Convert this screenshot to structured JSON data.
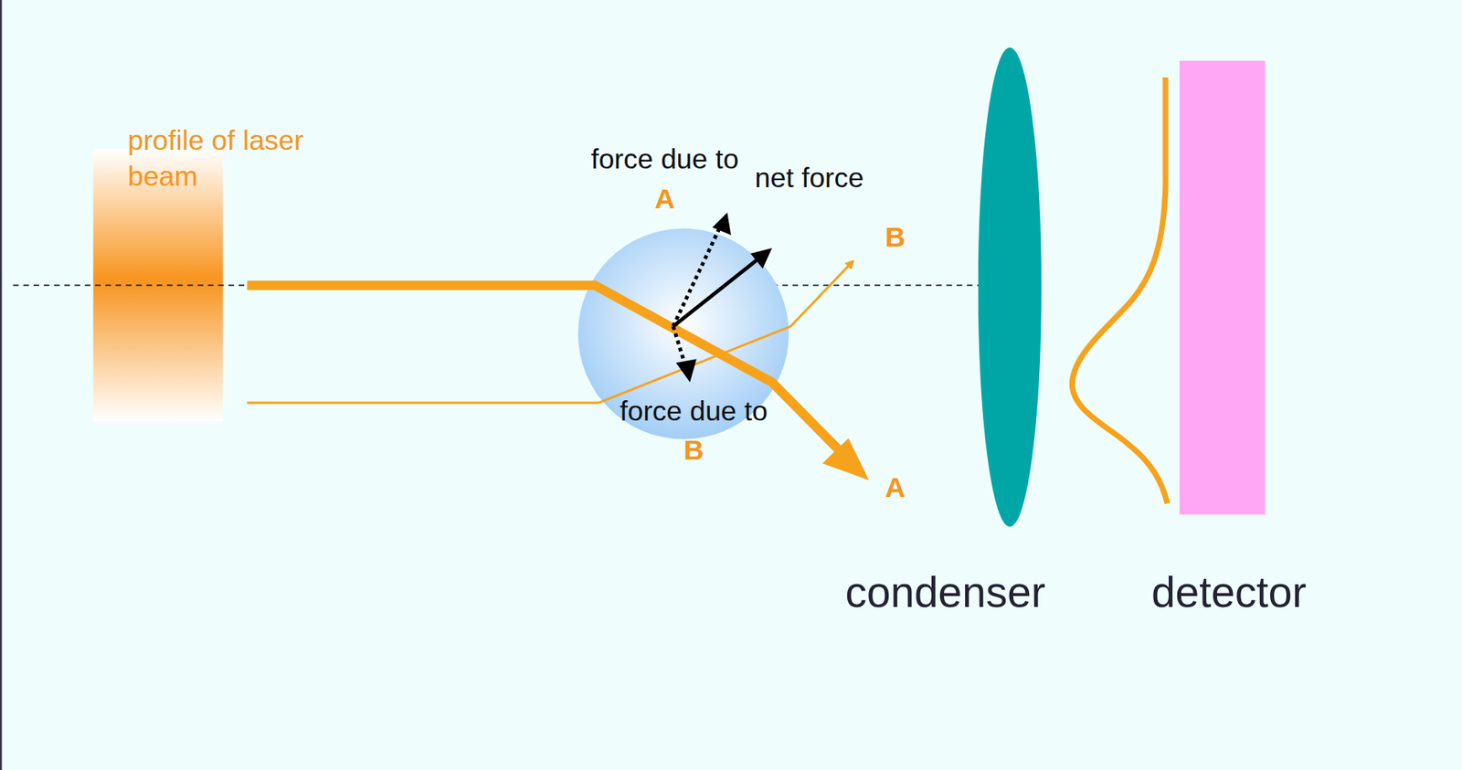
{
  "diagram": {
    "nodes": [
      {
        "text": [
          "profile of laser beam"
        ]
      },
      {
        "text": [
          "condenser"
        ]
      },
      {
        "text": [
          "detector"
        ]
      }
    ],
    "labels": [
      "force due to A",
      "net force",
      "B",
      "force due to B",
      "A"
    ]
  }
}
